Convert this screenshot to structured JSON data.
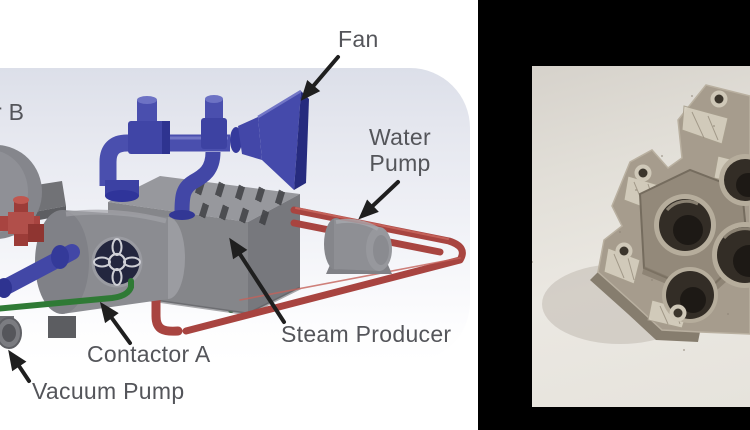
{
  "left_figure": {
    "type": "labeled-cad-diagram",
    "labels": {
      "fan": "Fan",
      "water_pump_line1": "Water",
      "water_pump_line2": "Pump",
      "steam_producer": "Steam Producer",
      "contactor_a": "Contactor A",
      "vacuum_pump": "Vacuum Pump",
      "contactor_b_fragment": "r B"
    },
    "colors": {
      "pipe_blue": "#4a4fae",
      "pipe_red": "#a84440",
      "pipe_green": "#2f7a35",
      "machine_gray": "#8b8c91",
      "label_text": "#54555a",
      "card_top": "#dcdfe9"
    }
  },
  "right_figure": {
    "type": "photo-of-metal-part",
    "colors": {
      "backdrop": "#000000",
      "photo_background": "#e6e3dc",
      "metal": "#a69c8d",
      "bore_dark": "#2c2721"
    }
  }
}
